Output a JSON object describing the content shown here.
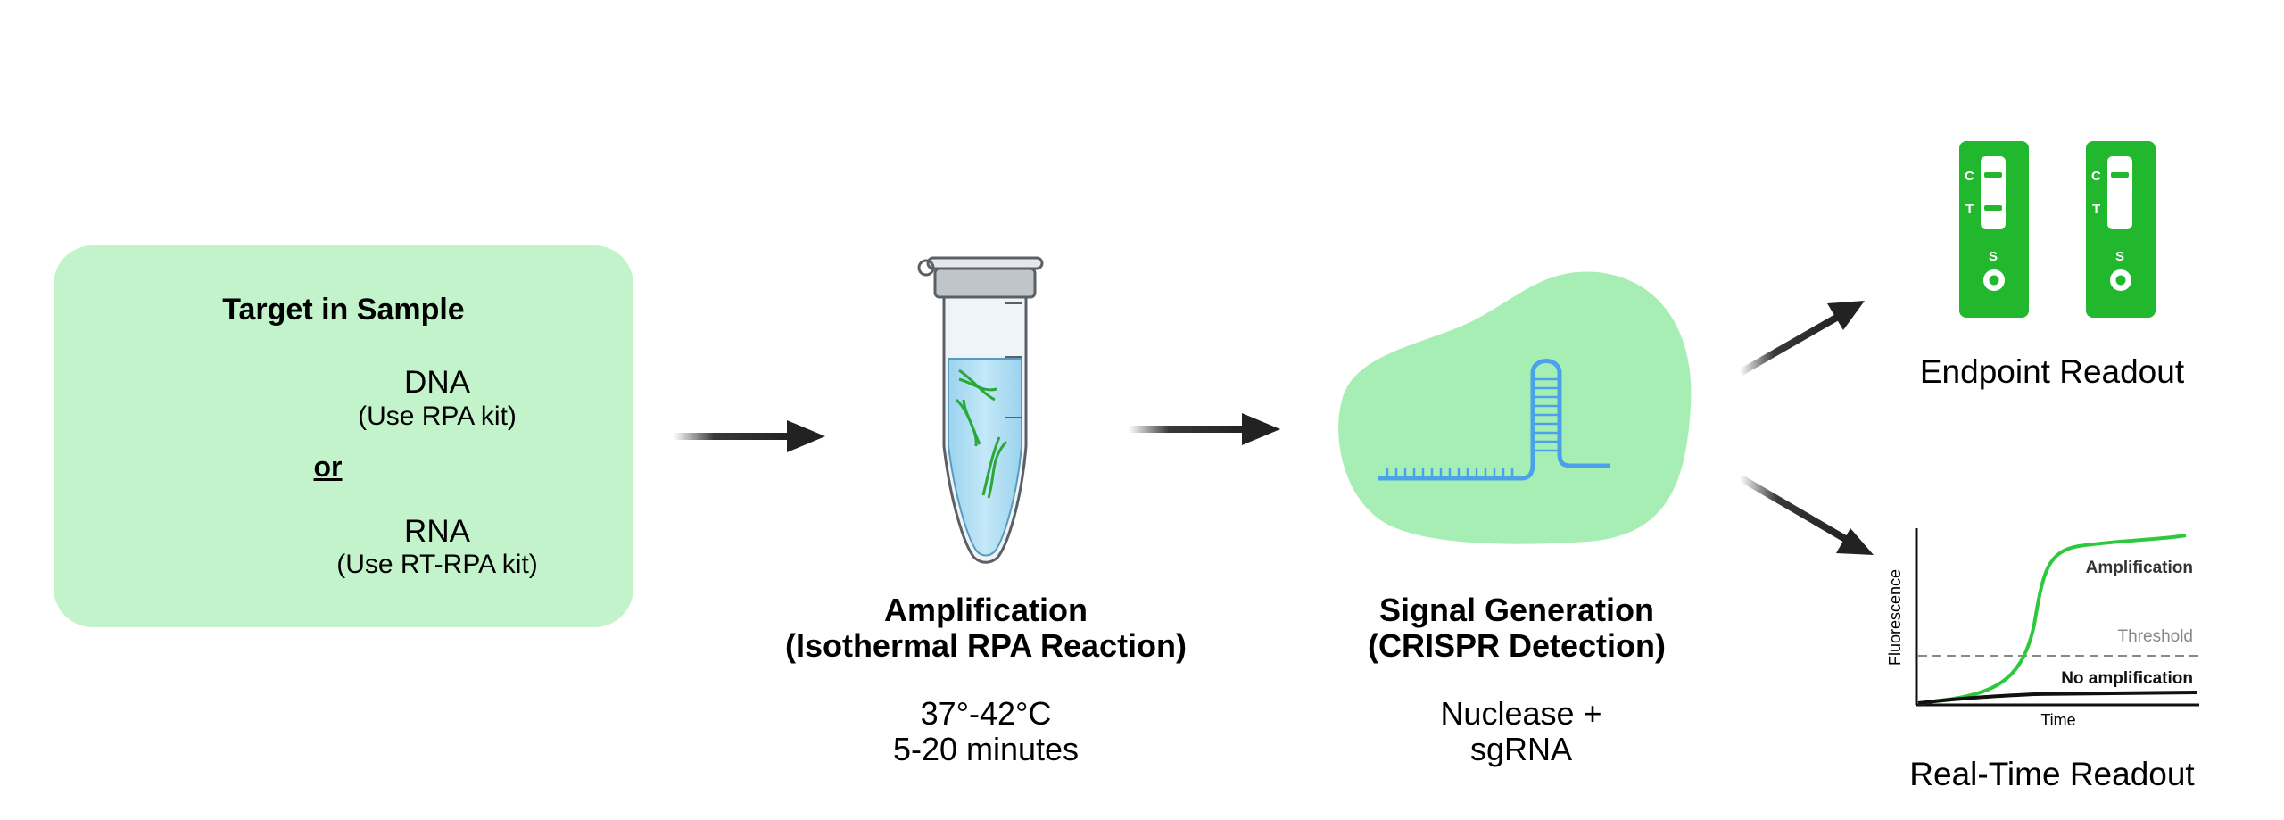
{
  "sample_panel": {
    "title": "Target in Sample",
    "dna_label": "DNA",
    "dna_kit": "(Use RPA kit)",
    "or_label": "or",
    "rna_label": "RNA",
    "rna_kit": "(Use RT-RPA kit)"
  },
  "amplification": {
    "title_line1": "Amplification",
    "title_line2": "(Isothermal RPA Reaction)",
    "detail_line1": "37°-42°C",
    "detail_line2": "5-20 minutes"
  },
  "signal": {
    "title_line1": "Signal Generation",
    "title_line2": "(CRISPR Detection)",
    "detail_line1": "Nuclease +",
    "detail_line2": "sgRNA"
  },
  "endpoint": {
    "title": "Endpoint Readout",
    "strip_labels": {
      "control": "C",
      "test": "T",
      "sample": "S"
    },
    "strips": [
      {
        "control_line": true,
        "test_line": true
      },
      {
        "control_line": true,
        "test_line": false
      }
    ]
  },
  "realtime": {
    "title": "Real-Time Readout",
    "ylabel": "Fluorescence",
    "xlabel": "Time",
    "amplification_label": "Amplification",
    "threshold_label": "Threshold",
    "no_amplification_label": "No amplification"
  },
  "colors": {
    "panel_green": "#c2f3cb",
    "blob_green": "#a7eeb4",
    "dna_green": "#2ec83c",
    "rna_blue": "#4aa3ea",
    "strip_green": "#22b82e",
    "arrow": "#222222"
  }
}
